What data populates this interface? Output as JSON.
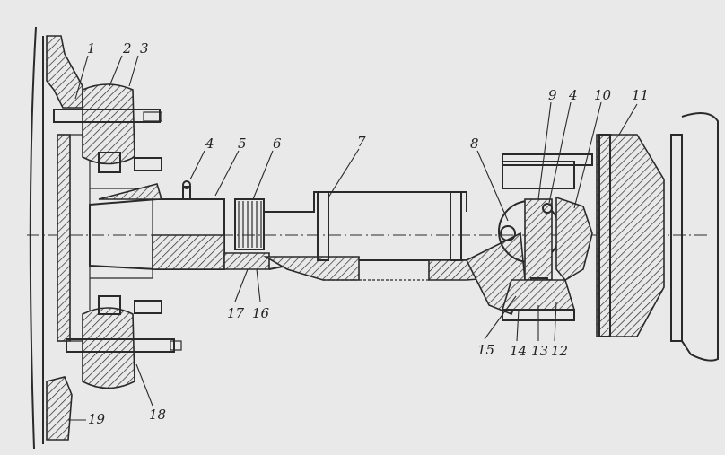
{
  "callouts": [
    {
      "id": "1",
      "text": "1"
    },
    {
      "id": "2",
      "text": "2"
    },
    {
      "id": "3",
      "text": "3"
    },
    {
      "id": "4a",
      "text": "4"
    },
    {
      "id": "5",
      "text": "5"
    },
    {
      "id": "6",
      "text": "6"
    },
    {
      "id": "7",
      "text": "7"
    },
    {
      "id": "8",
      "text": "8"
    },
    {
      "id": "9",
      "text": "9"
    },
    {
      "id": "4b",
      "text": "4"
    },
    {
      "id": "10",
      "text": "10"
    },
    {
      "id": "11",
      "text": "11"
    },
    {
      "id": "12",
      "text": "12"
    },
    {
      "id": "13",
      "text": "13"
    },
    {
      "id": "14",
      "text": "14"
    },
    {
      "id": "15",
      "text": "15"
    },
    {
      "id": "16",
      "text": "16"
    },
    {
      "id": "17",
      "text": "17"
    },
    {
      "id": "18",
      "text": "18"
    },
    {
      "id": "19",
      "text": "19"
    }
  ],
  "colors": {
    "paper": "#e9e9e9",
    "ink": "#2a2a2a"
  }
}
